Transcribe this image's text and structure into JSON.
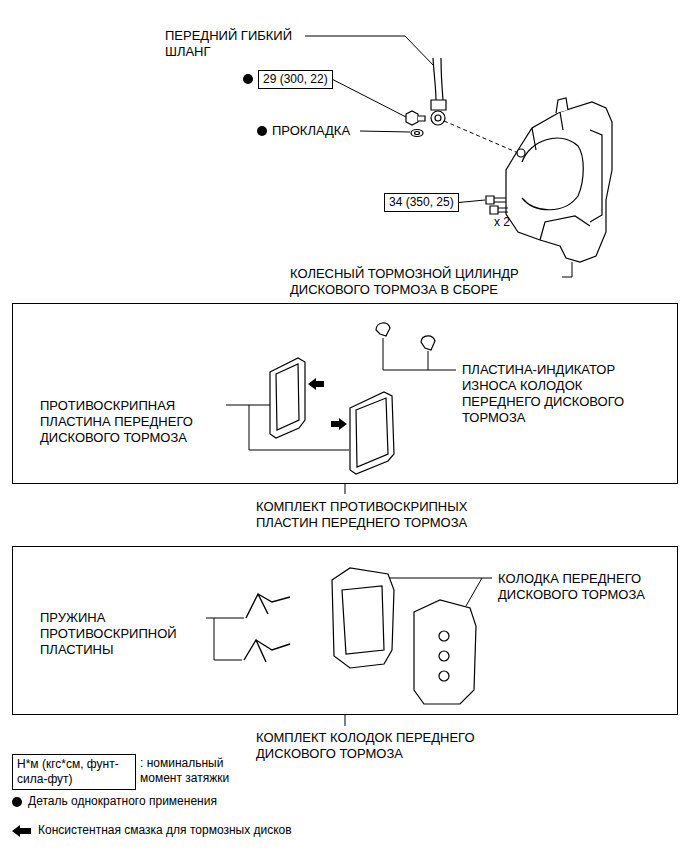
{
  "diagram": {
    "nodes": [
      {
        "text": [
          "29 (300, 22)"
        ]
      },
      {
        "text": [
          "34 (350, 25)"
        ]
      },
      {
        "text": [
          "КОМПЛЕКТ ПРОТИВОСКРИПНЫХ ПЛАСТИН ПЕРЕДНЕГО ТОРМОЗА"
        ]
      },
      {
        "text": [
          "КОМПЛЕКТ КОЛОДОК ПЕРЕДНЕГО ДИСКОВОГО ТОРМОЗА"
        ]
      },
      {
        "text": [
          "Н*м (кгс*см, фунт-сила-фут)"
        ]
      }
    ],
    "labels": [
      "ПЕРЕДНИЙ ГИБКИЙ ШЛАНГ",
      "ПРОКЛАДКА",
      "x 2",
      "КОЛЕСНЫЙ ТОРМОЗНОЙ ЦИЛИНДР ДИСКОВОГО ТОРМОЗА В СБОРЕ",
      "ПЛАСТИНА-ИНДИКАТОР ИЗНОСА КОЛОДОК ПЕРЕДНЕГО ДИСКОВОГО ТОРМОЗА",
      "ПРОТИВОСКРИПНАЯ ПЛАСТИНА ПЕРЕДНЕГО ДИСКОВОГО ТОРМОЗА",
      "ПРУЖИНА ПРОТИВОСКРИПНОЙ ПЛАСТИНЫ",
      "КОЛОДКА ПЕРЕДНЕГО ДИСКОВОГО ТОРМОЗА"
    ],
    "legend": [
      {
        "text": ": номинальный момент затяжки"
      },
      {
        "text": "Деталь однократного применения"
      },
      {
        "text": "Консистентная смазка для тормозных дисков"
      }
    ]
  }
}
